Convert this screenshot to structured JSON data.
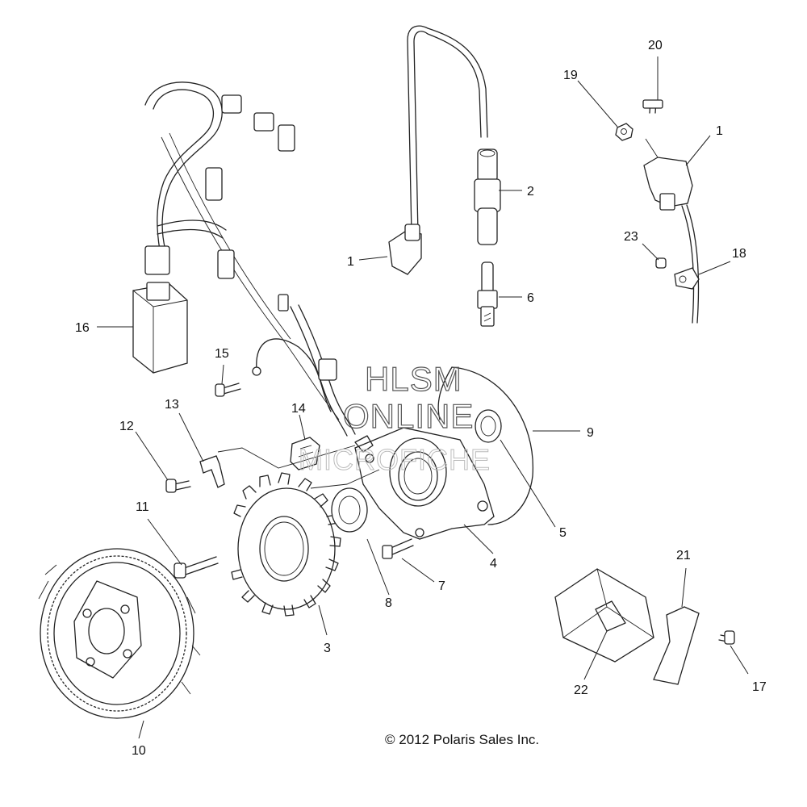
{
  "watermark": {
    "line1": "HLSM",
    "line2": "ONLINE",
    "line3": "MICROFICHE"
  },
  "copyright": "© 2012 Polaris Sales Inc.",
  "callouts": {
    "c1a": "1",
    "c1b": "1",
    "c2": "2",
    "c3": "3",
    "c4": "4",
    "c5": "5",
    "c6": "6",
    "c7": "7",
    "c8": "8",
    "c9": "9",
    "c10": "10",
    "c11": "11",
    "c12": "12",
    "c13": "13",
    "c14": "14",
    "c15": "15",
    "c16": "16",
    "c17": "17",
    "c18": "18",
    "c19": "19",
    "c20": "20",
    "c21": "21",
    "c22": "22",
    "c23": "23"
  }
}
